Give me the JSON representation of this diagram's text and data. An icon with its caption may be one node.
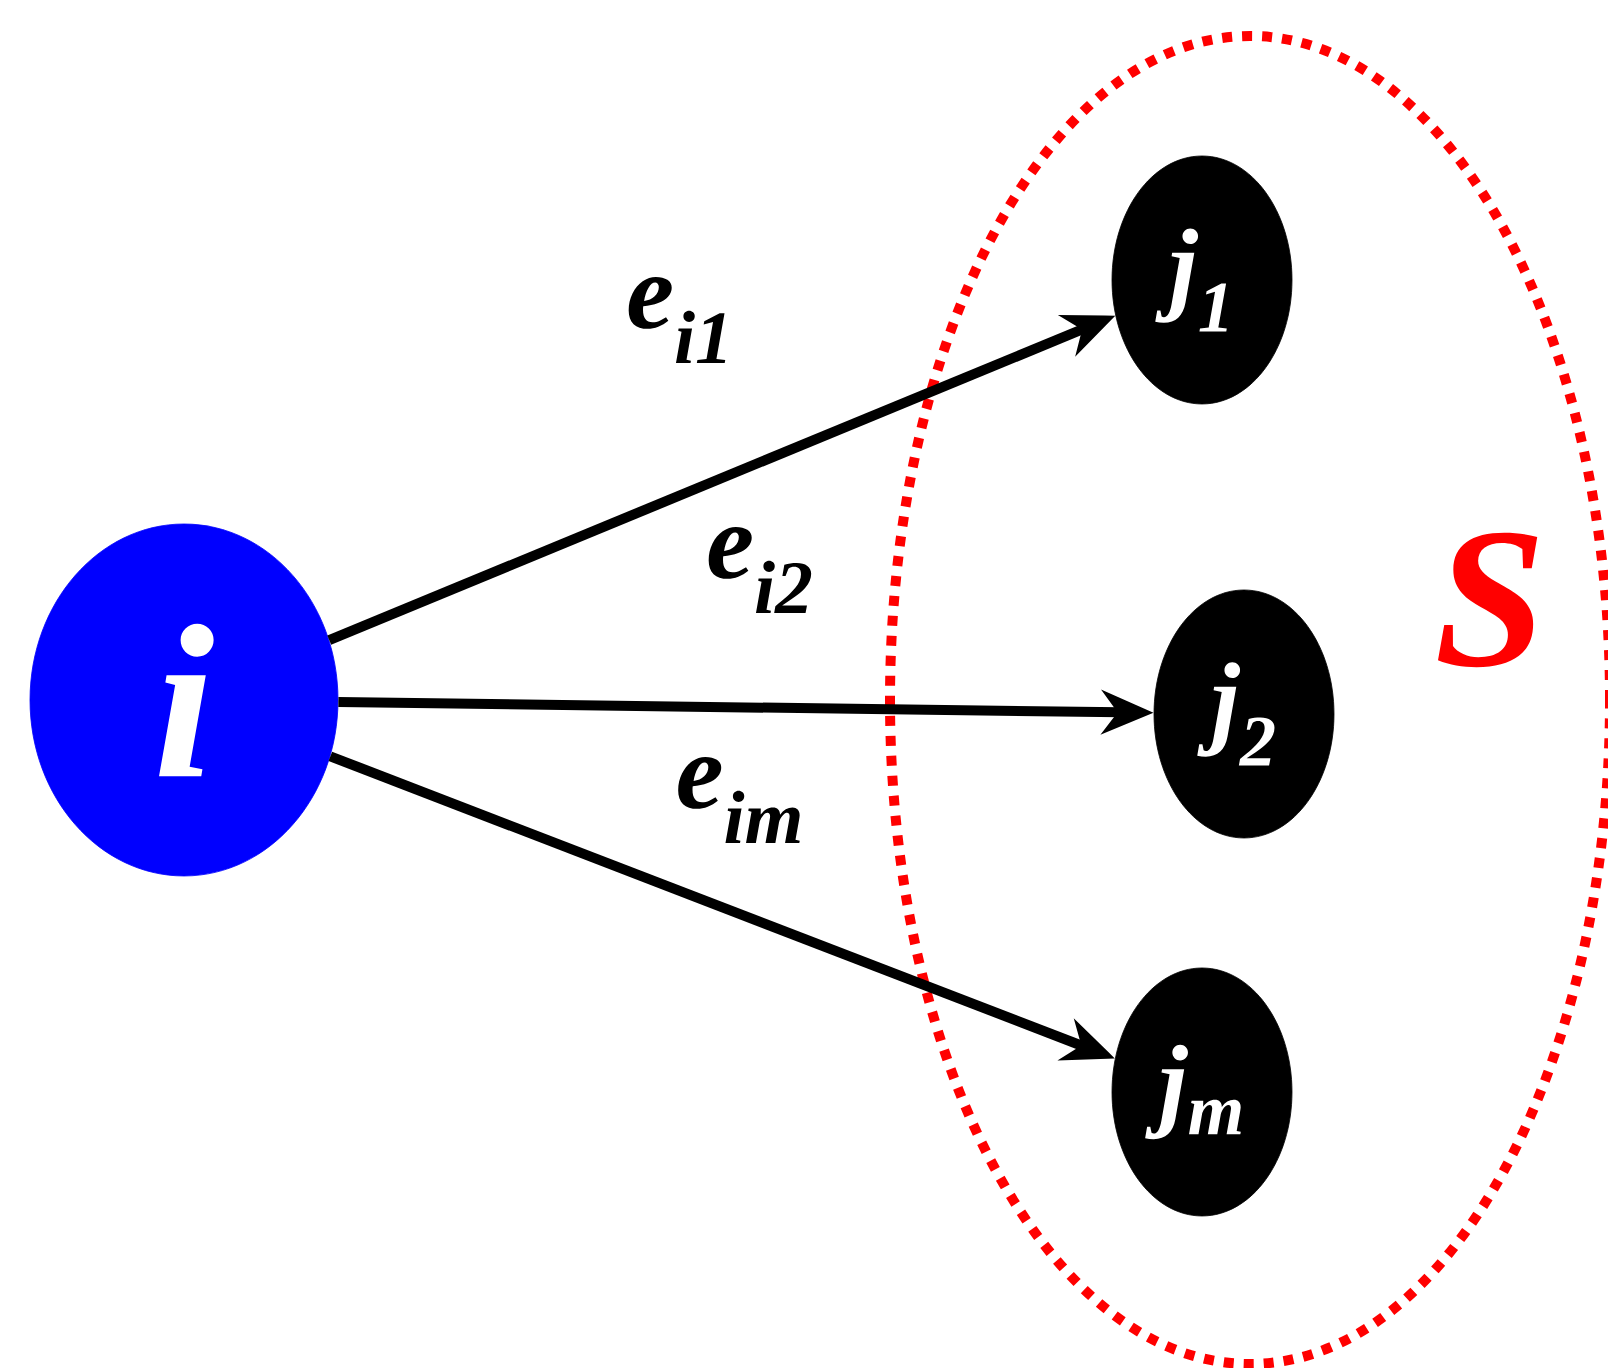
{
  "diagram": {
    "nodes": [
      {
        "text": [
          "i"
        ]
      },
      {
        "text": [
          "S"
        ]
      },
      {
        "text": [
          "j$_{1}$"
        ],
        "in": 1
      },
      {
        "text": [
          "j$_{2}$"
        ],
        "in": 1
      },
      {
        "text": [
          "j$_{m}$"
        ],
        "in": 1
      }
    ],
    "edges": [
      {
        "from": 0,
        "to": 2,
        "arrow": "to",
        "label": "e$_{i1}$"
      },
      {
        "from": 0,
        "to": 3,
        "arrow": "to",
        "label": "e$_{i2}$"
      },
      {
        "from": 0,
        "to": 4,
        "arrow": "to",
        "label": "e$_{im}$"
      }
    ]
  }
}
